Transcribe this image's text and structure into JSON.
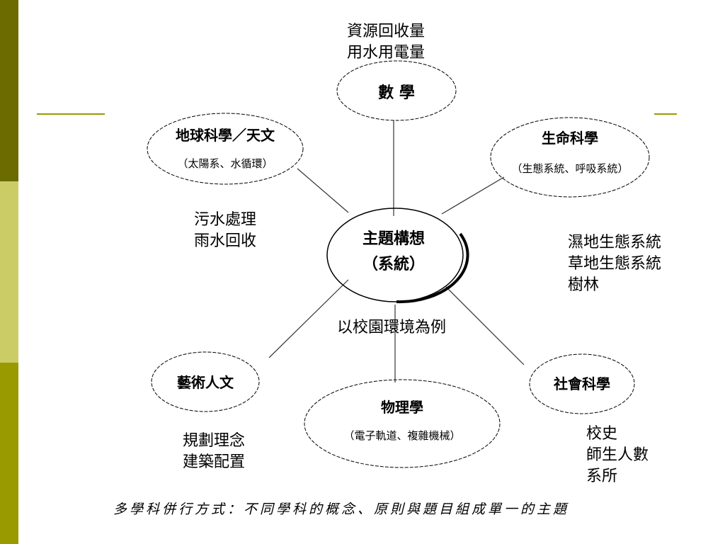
{
  "theme": {
    "sidebar_colors": [
      "#6b6b00",
      "#cccc66",
      "#999900"
    ],
    "line_color": "#999900"
  },
  "center": {
    "title": "主題構想",
    "subtitle": "（系統）"
  },
  "nodes": {
    "math": {
      "title": "數 學"
    },
    "earth": {
      "title": "地球科學／天文",
      "subtitle": "（太陽系、水循環）"
    },
    "life": {
      "title": "生命科學",
      "subtitle": "（生態系統、呼吸系統）"
    },
    "art": {
      "title": "藝術人文"
    },
    "physics": {
      "title": "物理學",
      "subtitle": "（電子軌道、複雜機械）"
    },
    "social": {
      "title": "社會科學"
    }
  },
  "annotations": {
    "math": [
      "資源回收量",
      "用水用電量"
    ],
    "earth": [
      "污水處理",
      "雨水回收"
    ],
    "life": [
      "濕地生態系統",
      "草地生態系統",
      "樹林"
    ],
    "center_below": "以校園環境為例",
    "art": [
      "規劃理念",
      "建築配置"
    ],
    "social": [
      "校史",
      "師生人數",
      "系所"
    ]
  },
  "caption": "多學科併行方式：不同學科的概念、原則與題目組成單一的主題"
}
